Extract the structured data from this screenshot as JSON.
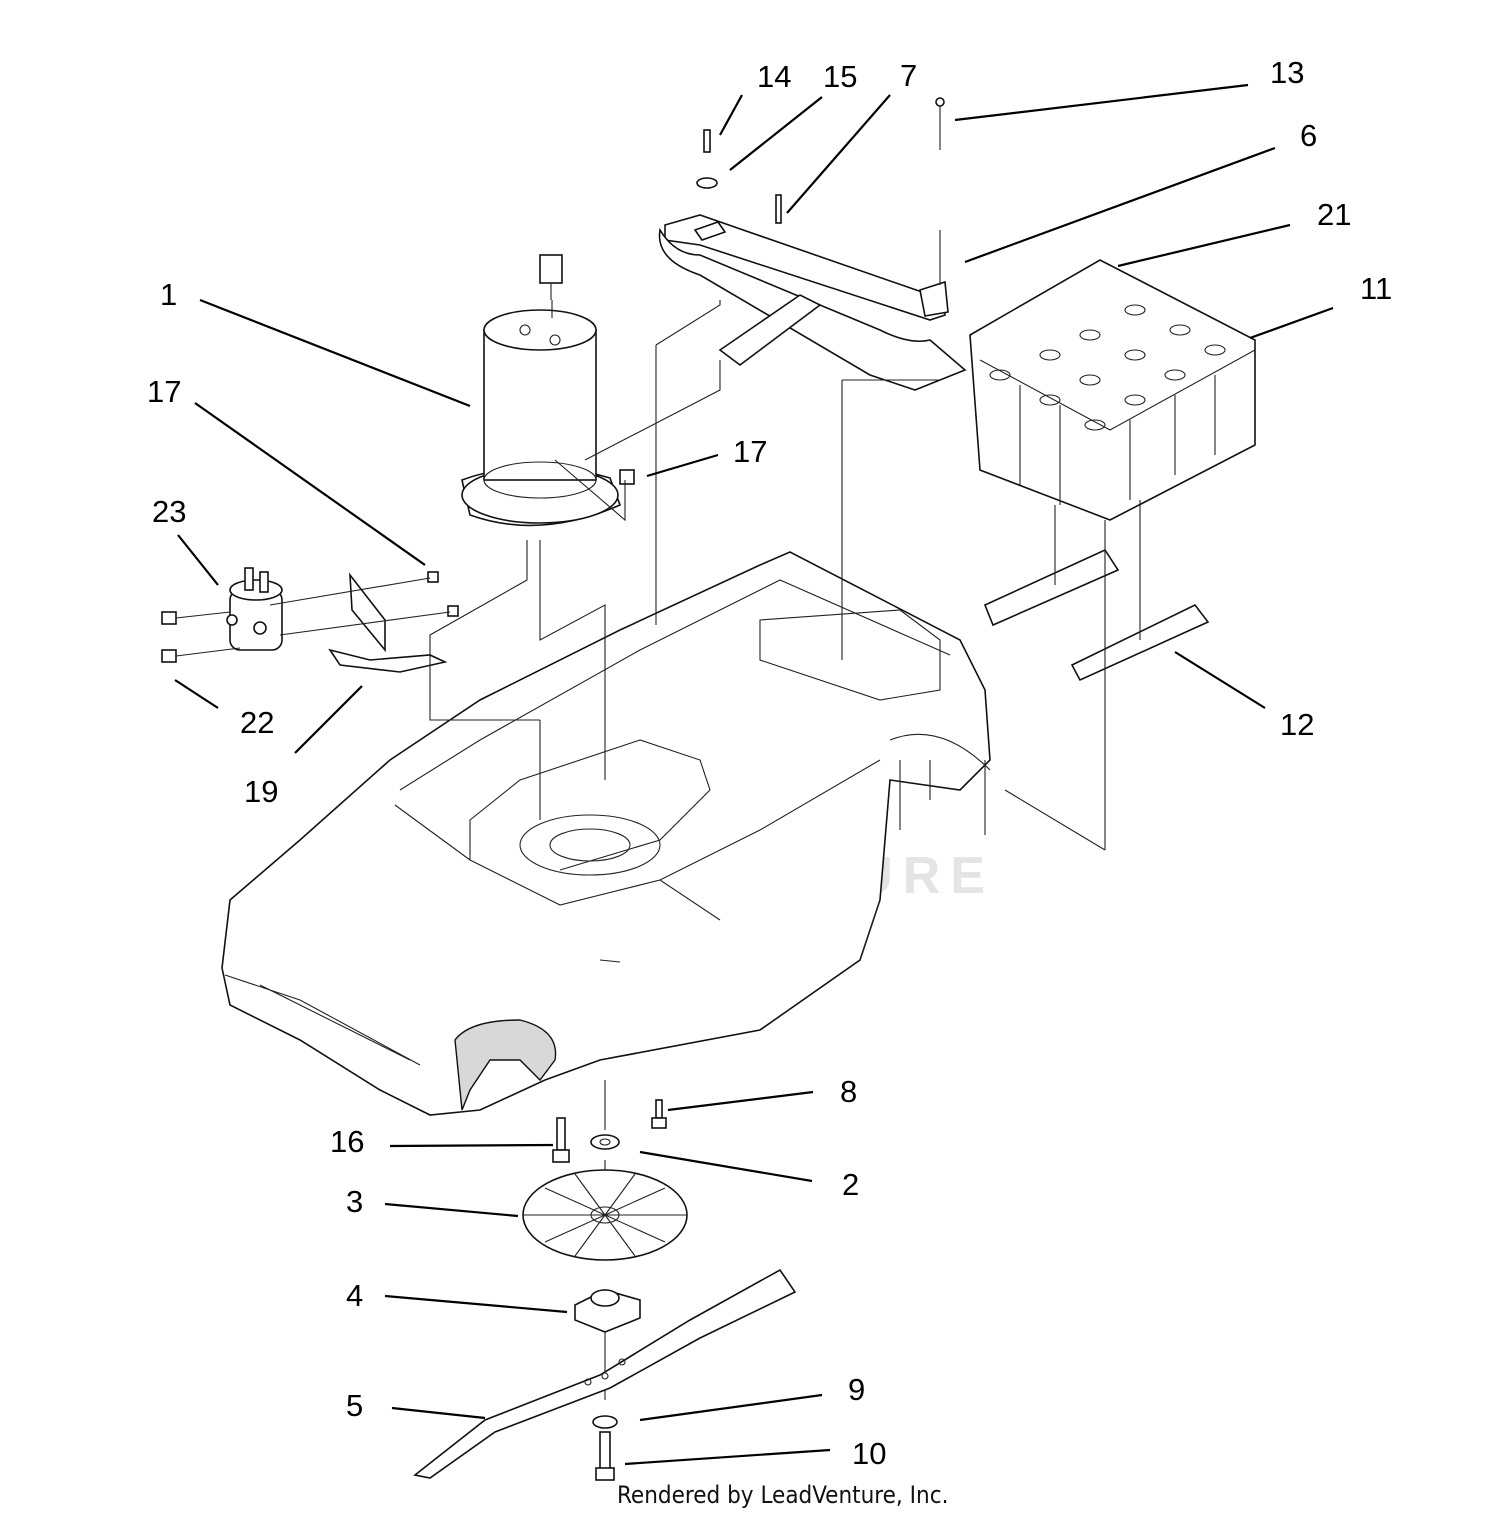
{
  "callouts": [
    {
      "id": "1",
      "text": "1"
    },
    {
      "id": "2",
      "text": "2"
    },
    {
      "id": "3",
      "text": "3"
    },
    {
      "id": "4",
      "text": "4"
    },
    {
      "id": "5",
      "text": "5"
    },
    {
      "id": "6",
      "text": "6"
    },
    {
      "id": "7",
      "text": "7"
    },
    {
      "id": "8",
      "text": "8"
    },
    {
      "id": "9",
      "text": "9"
    },
    {
      "id": "10",
      "text": "10"
    },
    {
      "id": "11",
      "text": "11"
    },
    {
      "id": "12",
      "text": "12"
    },
    {
      "id": "13",
      "text": "13"
    },
    {
      "id": "14",
      "text": "14"
    },
    {
      "id": "15",
      "text": "15"
    },
    {
      "id": "16",
      "text": "16"
    },
    {
      "id": "17a",
      "text": "17"
    },
    {
      "id": "17b",
      "text": "17"
    },
    {
      "id": "19",
      "text": "19"
    },
    {
      "id": "21",
      "text": "21"
    },
    {
      "id": "22",
      "text": "22"
    },
    {
      "id": "23",
      "text": "23"
    }
  ],
  "watermark": "LEADVENTURE",
  "credit": "Rendered by LeadVenture, Inc."
}
